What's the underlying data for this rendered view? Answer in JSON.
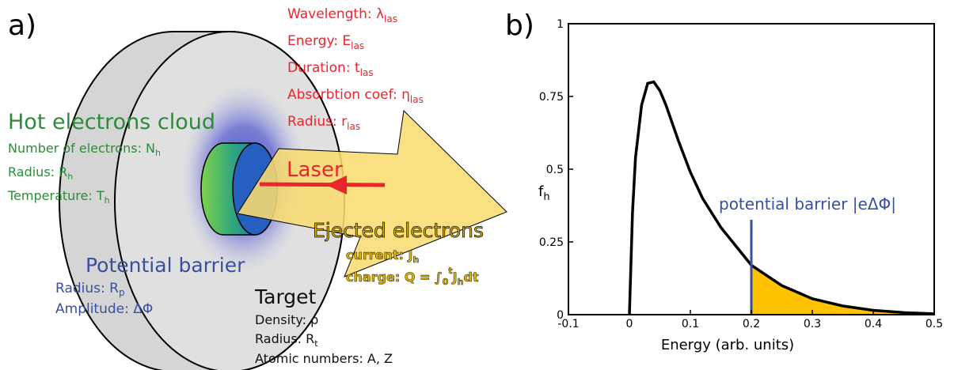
{
  "panel_a": {
    "label": "a)",
    "laser_params": {
      "wavelength": "Wavelength: λ",
      "wavelength_sub": "las",
      "energy": "Energy: E",
      "energy_sub": "las",
      "duration": "Duration: t",
      "duration_sub": "las",
      "absorption": "Absorbtion coef: η",
      "absorption_sub": "las",
      "radius": "Radius: r",
      "radius_sub": "las"
    },
    "hot_electrons": {
      "title": "Hot electrons cloud",
      "number": "Number of electrons: N",
      "number_sub": "h",
      "radius": "Radius: R",
      "radius_sub": "h",
      "temperature": "Temperature: T",
      "temperature_sub": "h"
    },
    "laser_label": "Laser",
    "ejected": {
      "title": "Ejected electrons",
      "current": "current: J",
      "current_sub": "h",
      "charge_prefix": "charge: Q = ∫",
      "charge_sub": "0",
      "charge_sup": "t",
      "charge_rest": "J",
      "charge_rest_sub": "h",
      "charge_end": "dt"
    },
    "potential": {
      "title": "Potential barrier",
      "radius": "Radius: R",
      "radius_sub": "p",
      "amplitude": "Amplitude: ΔΦ"
    },
    "target": {
      "title": "Target",
      "density": "Density: ρ",
      "radius": "Radius: R",
      "radius_sub": "t",
      "atomic": "Atomic numbers: A, Z"
    },
    "colors": {
      "laser": "#e8262b",
      "hot": "#2e8b3a",
      "potential": "#3a4fa0",
      "target": "#111111",
      "ejected": "#e0b400",
      "arrow_fill": "#f9dc72",
      "disk": "#dcdcdc"
    }
  },
  "panel_b": {
    "label": "b)",
    "annotation": "potential barrier |eΔΦ|",
    "chart_data": {
      "type": "area",
      "title": "",
      "xlabel": "Energy (arb. units)",
      "ylabel": "f",
      "ylabel_sub": "h",
      "xlim": [
        -0.1,
        0.5
      ],
      "ylim": [
        0,
        1
      ],
      "xticks": [
        -0.1,
        0,
        0.1,
        0.2,
        0.3,
        0.4,
        0.5
      ],
      "xtick_labels": [
        "-0.1",
        "0",
        "0.1",
        "0.2",
        "0.3",
        "0.4",
        "0.5"
      ],
      "yticks": [
        0,
        0.25,
        0.5,
        0.75,
        1
      ],
      "ytick_labels": [
        "0",
        "0.25",
        "0.5",
        "0.75",
        "1"
      ],
      "series": [
        {
          "x": [
            0,
            0.005,
            0.01,
            0.02,
            0.03,
            0.04,
            0.05,
            0.06,
            0.08,
            0.1,
            0.12,
            0.15,
            0.2,
            0.25,
            0.3,
            0.35,
            0.4,
            0.45,
            0.5
          ],
          "y": [
            0,
            0.35,
            0.54,
            0.72,
            0.795,
            0.8,
            0.77,
            0.72,
            0.6,
            0.49,
            0.4,
            0.3,
            0.17,
            0.1,
            0.055,
            0.03,
            0.015,
            0.007,
            0.003
          ]
        }
      ],
      "barrier_x": 0.2,
      "shaded_region": [
        0.2,
        0.5
      ],
      "colors": {
        "curve": "#000000",
        "barrier": "#3a4fa0",
        "shade": "#ffc200"
      }
    }
  }
}
